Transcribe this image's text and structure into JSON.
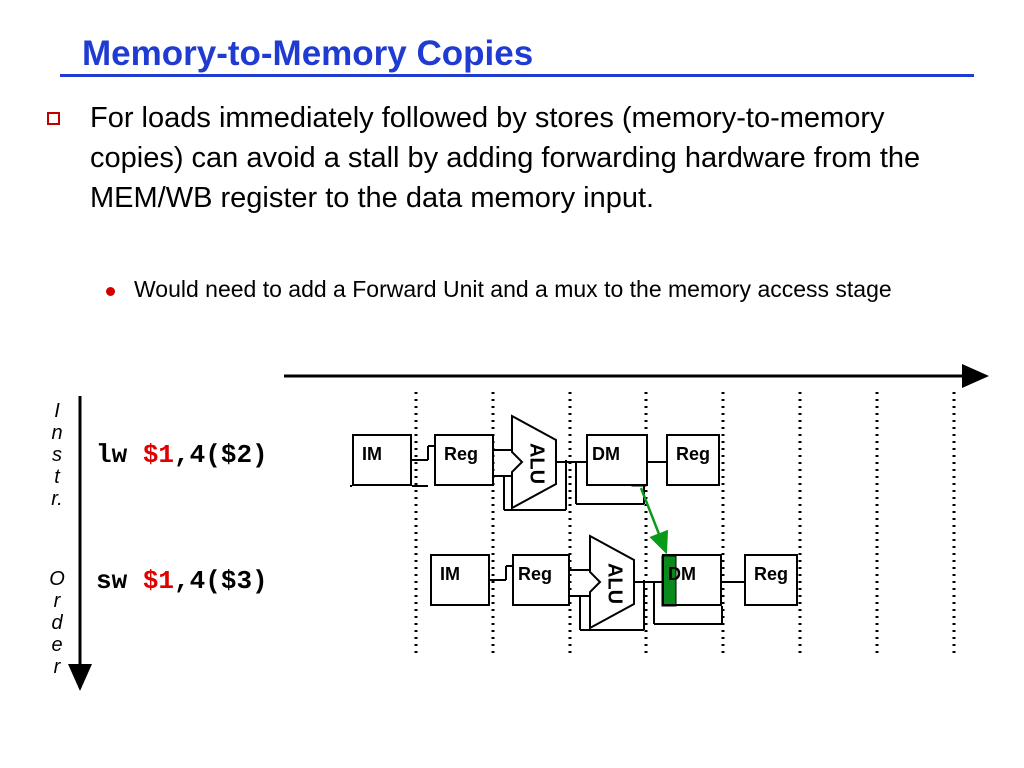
{
  "slide": {
    "title": "Memory-to-Memory Copies",
    "bullet": "For loads immediately followed by stores (memory-to-memory copies) can avoid a stall by adding forwarding hardware from the MEM/WB register to the data memory input.",
    "sub_bullet": "Would need to add a Forward Unit and a mux to the memory access stage"
  },
  "axis": {
    "letters_top": [
      "I",
      "n",
      "s",
      "t",
      "r."
    ],
    "letters_bottom": [
      "O",
      "r",
      "d",
      "e",
      "r"
    ]
  },
  "instructions": [
    {
      "op": "lw",
      "reg": "$1",
      "rest": ",4($2)"
    },
    {
      "op": "sw",
      "reg": "$1",
      "rest": ",4($3)"
    }
  ],
  "pipeline": {
    "im_label": "IM",
    "reg_label": "Reg",
    "alu_label": "ALU",
    "dm_label": "DM"
  },
  "colors": {
    "title": "#1f3bd1",
    "register_highlight": "#e00000",
    "mem_wb_highlight": "#e0102a",
    "dm_input_highlight": "#0a8a1a",
    "forward_arrow": "#0a9a1a"
  }
}
